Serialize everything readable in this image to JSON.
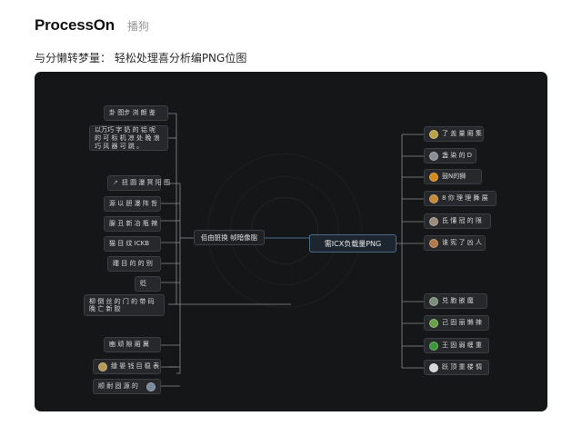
{
  "header": {
    "brand": "ProcessOn",
    "brand_sub": "播狗",
    "subtitle": "与分懒转梦量：  轻松处理喜分析编PNG位图"
  },
  "canvas": {
    "root_label": "需ICX负载量PNG",
    "center_label": "佰由脏换 帧暗像脂",
    "left_nodes": [
      {
        "label": "卦 图步 浏 朗 鉴",
        "icon": ""
      },
      {
        "label": "以万巧 字 奶 的 铝 呢 的 可 标 机 凉 处 晚 浪 巧 风 器 可 跳 。",
        "icon": ""
      },
      {
        "label": "扭 圆 瀑 冥 阳 图",
        "icon": "arrow-icon"
      },
      {
        "label": "源 以 胆 瀑 阵 哲",
        "icon": ""
      },
      {
        "label": "腺 丑 新 冶 瓶 辣",
        "icon": ""
      },
      {
        "label": "猫 目 纹 ICKB",
        "icon": ""
      },
      {
        "label": "踵 目 的 的 别",
        "icon": ""
      },
      {
        "label": "贬",
        "icon": ""
      },
      {
        "label": "柳 倒 丝 的 门 的 带 码 晚 亡 新 胶",
        "icon": ""
      },
      {
        "label": "豳 顽 隙 厢 冀",
        "icon": ""
      },
      {
        "label": "缝 晏 钱 目 稳 表",
        "icon": "badge-icon"
      },
      {
        "label": "顺 耐 固 源 的",
        "icon": "badge-icon"
      }
    ],
    "right_nodes": [
      {
        "label": "了 盖 量 厢 集",
        "color": "#b9a24a"
      },
      {
        "label": "盏 染 的 D",
        "color": "#8a8f96"
      },
      {
        "label": "鼓N的狮",
        "color": "#d68a1e"
      },
      {
        "label": "8 你 理 理 舞 展",
        "color": "#c98a3a"
      },
      {
        "label": "氐 懂 冠 的 限",
        "color": "#9c8a7a"
      },
      {
        "label": "谁 宪 了 凶 人",
        "color": "#b07a4a"
      },
      {
        "label": "兑 胞 嵌 魔",
        "color": "#7a8f7a"
      },
      {
        "label": "己 固 丽 懒 辣",
        "color": "#6aa04a"
      },
      {
        "label": "王 固 弱 缠 重",
        "color": "#3a9a3a"
      },
      {
        "label": "跃 顶 重 楼 惆",
        "color": "#d8d8d8"
      }
    ]
  }
}
